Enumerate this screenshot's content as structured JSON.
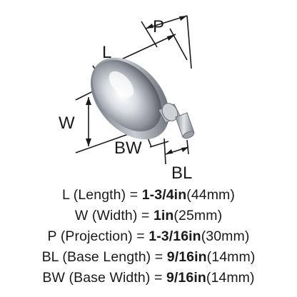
{
  "diagram": {
    "dimension_labels": {
      "L": "L",
      "W": "W",
      "P": "P",
      "BW": "BW",
      "BL": "BL"
    }
  },
  "specs": [
    {
      "abbr": "L",
      "name": "Length",
      "value": "1-3/4in",
      "metric": "44mm"
    },
    {
      "abbr": "W",
      "name": "Width",
      "value": "1in",
      "metric": "25mm"
    },
    {
      "abbr": "P",
      "name": "Projection",
      "value": "1-3/16in",
      "metric": "30mm"
    },
    {
      "abbr": "BL",
      "name": "Base Length",
      "value": "9/16in",
      "metric": "14mm"
    },
    {
      "abbr": "BW",
      "name": "Base Width",
      "value": "9/16in",
      "metric": "14mm"
    }
  ]
}
